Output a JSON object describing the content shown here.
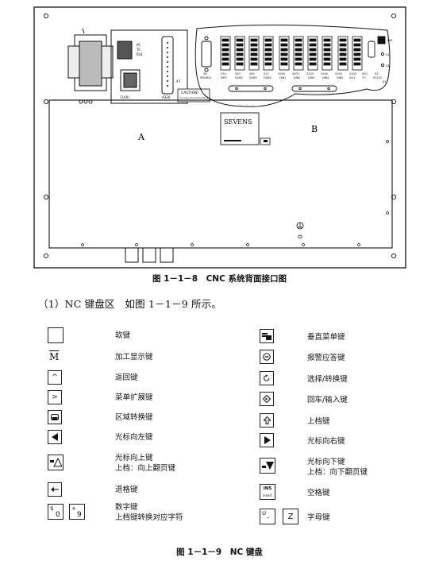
{
  "figure1": {
    "labels": {
      "region_a": "A",
      "region_b": "B",
      "sevens": "SEVENS",
      "caution_title": "CAUTION!",
      "caution_text": "Do not unplug or pull connectors if power up",
      "left_small": [
        "PC",
        "TC",
        "P24"
      ],
      "x_left": "X7",
      "fuse": "FU(0)",
      "x_bottom": "A320",
      "connectors_top": [
        "X6",
        "X10",
        "X20",
        "X90",
        "X10",
        "X100",
        "X102",
        "X103",
        "X104",
        "X105",
        "X200",
        "X10",
        "X3"
      ],
      "connectors_bottom": [
        "SPINDLE",
        "MPG",
        "DI/DO",
        "DI/DO",
        "DI/DO",
        "DIN1",
        "DIN2",
        "DIN3",
        "DIN4",
        "DIN5",
        "DO1",
        "TO",
        "RS232"
      ],
      "right_side": [
        "DIS",
        "S1",
        "S2",
        "S3"
      ]
    },
    "caption": "图 1－1－8　CNC 系统背面接口图"
  },
  "intro": "（1）NC 键盘区　如图 1－1－9 所示。",
  "keys": {
    "left": [
      {
        "icon": "blank-key-icon",
        "label": "软键"
      },
      {
        "icon": "m-key-icon",
        "glyph": "M",
        "label": "加工显示键"
      },
      {
        "icon": "caret-up-icon",
        "glyph": "^",
        "label": "返回键"
      },
      {
        "icon": "caret-right-icon",
        "glyph": ">",
        "label": "菜单扩展键"
      },
      {
        "icon": "area-switch-icon",
        "label": "区域转换键"
      },
      {
        "icon": "triangle-left-icon",
        "label": "光标向左键"
      },
      {
        "icon": "cursor-up-icon",
        "label": "光标向上键",
        "label2": "上档：向上翻页键"
      },
      {
        "icon": "backspace-icon",
        "label": "退格键"
      },
      {
        "icon": "number-keys-icon",
        "label": "数字键",
        "label2": "上档键转换对应字符",
        "glyphs": [
          "$",
          "0",
          "+",
          "9"
        ]
      }
    ],
    "right": [
      {
        "icon": "vertical-menu-icon",
        "label": "垂直菜单键"
      },
      {
        "icon": "alarm-ack-icon",
        "label": "报警应答键"
      },
      {
        "icon": "select-toggle-icon",
        "label": "选择/转换键"
      },
      {
        "icon": "enter-icon",
        "label": "回车/输入键"
      },
      {
        "icon": "shift-icon",
        "label": "上档键"
      },
      {
        "icon": "triangle-right-icon",
        "label": "光标向右键"
      },
      {
        "icon": "cursor-down-icon",
        "label": "光标向下键",
        "label2": "上档：向下翻页键"
      },
      {
        "icon": "space-key-icon",
        "label": "空格键",
        "glyphs": [
          "INS",
          "Insert"
        ]
      },
      {
        "icon": "letter-keys-icon",
        "label": "字母键",
        "glyphs": [
          "U",
          "-",
          "Z"
        ]
      }
    ]
  },
  "figure2": {
    "caption": "图 1－1－9　NC 键盘"
  }
}
